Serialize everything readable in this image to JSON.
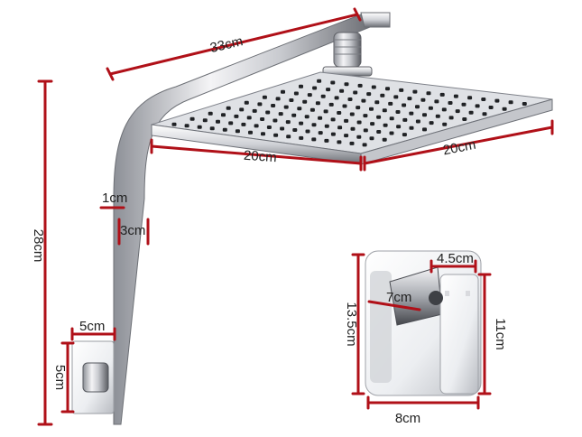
{
  "colors": {
    "dimension_line": "#b01018",
    "chrome_light": "#f4f4f6",
    "chrome_dark": "#5a5c62",
    "nozzle": "#202225"
  },
  "dimensions": {
    "arm_length": "33cm",
    "head_width": "20cm",
    "head_depth": "20cm",
    "arm_thickness": "1cm",
    "arm_width": "3cm",
    "total_height": "28cm",
    "flange_width": "5cm",
    "flange_height": "5cm",
    "mixer_handle_width": "4.5cm",
    "mixer_handle_length": "7cm",
    "mixer_plate_height": "13.5cm",
    "mixer_side_height": "11cm",
    "mixer_plate_width": "8cm"
  }
}
